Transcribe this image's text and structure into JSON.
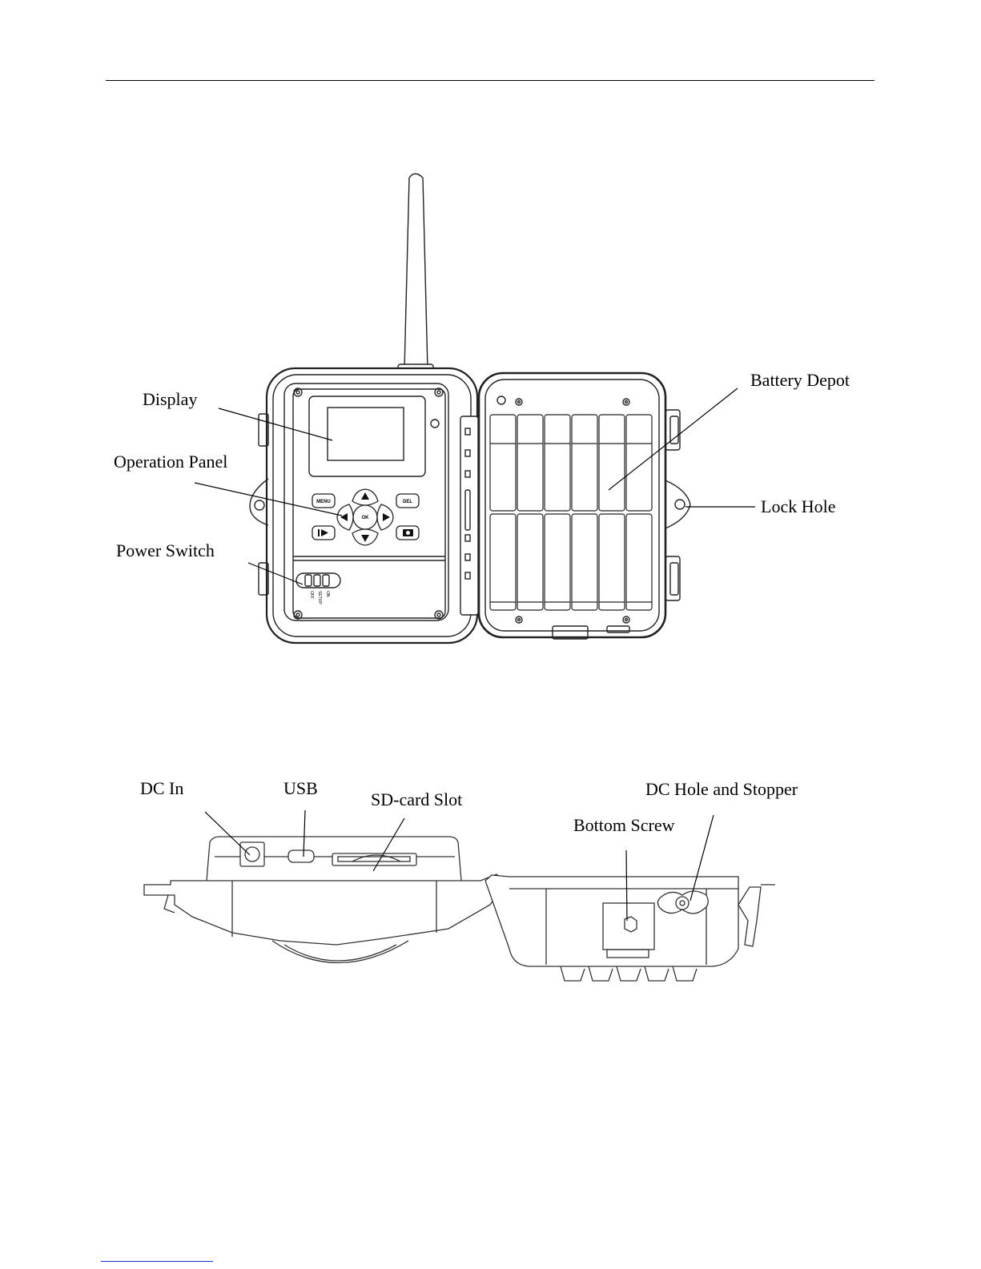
{
  "labels": {
    "display": "Display",
    "operation_panel": "Operation Panel",
    "power_switch": "Power Switch",
    "battery_depot": "Battery Depot",
    "lock_hole": "Lock Hole",
    "dc_in": "DC In",
    "usb": "USB",
    "sd_card_slot": "SD-card Slot",
    "bottom_screw": "Bottom Screw",
    "dc_hole_and_stopper": "DC Hole and Stopper"
  },
  "buttons": {
    "menu": "MENU",
    "del": "DEL",
    "ok": "OK"
  },
  "power_switch_positions": [
    "ON",
    "SETUP",
    "OFF"
  ]
}
